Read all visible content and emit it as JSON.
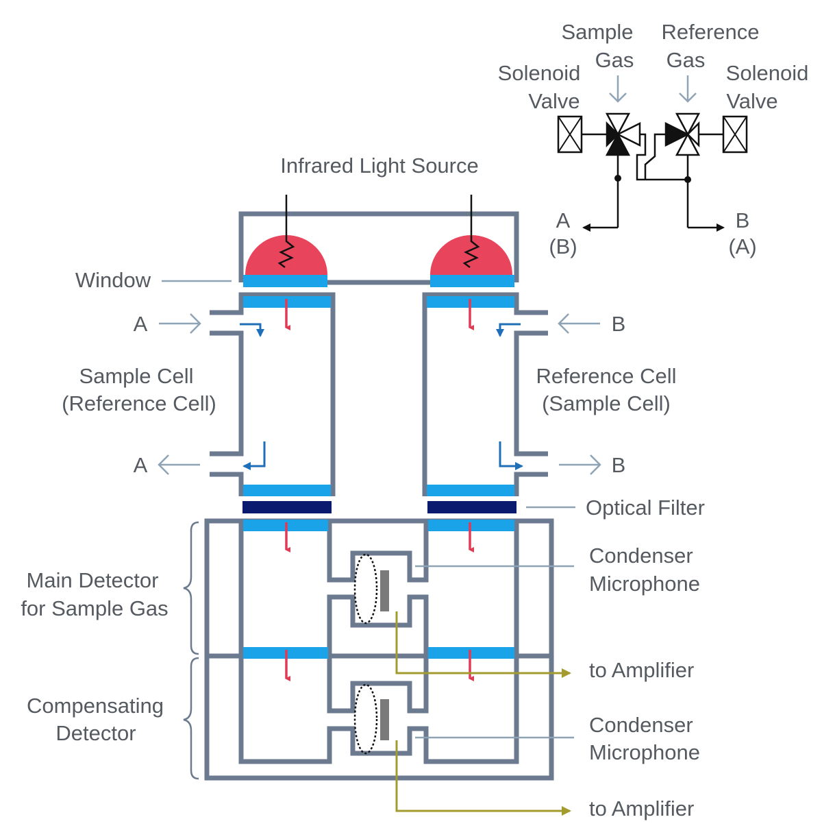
{
  "labels": {
    "infrared_light_source": "Infrared Light Source",
    "window": "Window",
    "sample_cell": [
      "Sample Cell",
      "(Reference Cell)"
    ],
    "reference_cell": [
      "Reference Cell",
      "(Sample Cell)"
    ],
    "optical_filter": "Optical Filter",
    "condenser_microphone": [
      "Condenser",
      "Microphone"
    ],
    "to_amplifier": "to Amplifier",
    "main_detector": [
      "Main Detector",
      "for Sample Gas"
    ],
    "compensating_detector": [
      "Compensating",
      "Detector"
    ],
    "port_a": "A",
    "port_b": "B",
    "sample_gas": [
      "Sample",
      "Gas"
    ],
    "reference_gas": [
      "Reference",
      "Gas"
    ],
    "solenoid_valve": [
      "Solenoid",
      "Valve"
    ],
    "outlet_a": [
      "A",
      "(B)"
    ],
    "outlet_b": [
      "B",
      "(A)"
    ]
  },
  "colors": {
    "wall": "#6b7a8f",
    "window": "#1aa3e8",
    "optical_filter": "#0a1a6e",
    "light_source": "#e8455c",
    "ray": "#e03a55",
    "flow": "#1f6fb8",
    "amplifier_line": "#a39b2d",
    "text": "#555a60"
  }
}
